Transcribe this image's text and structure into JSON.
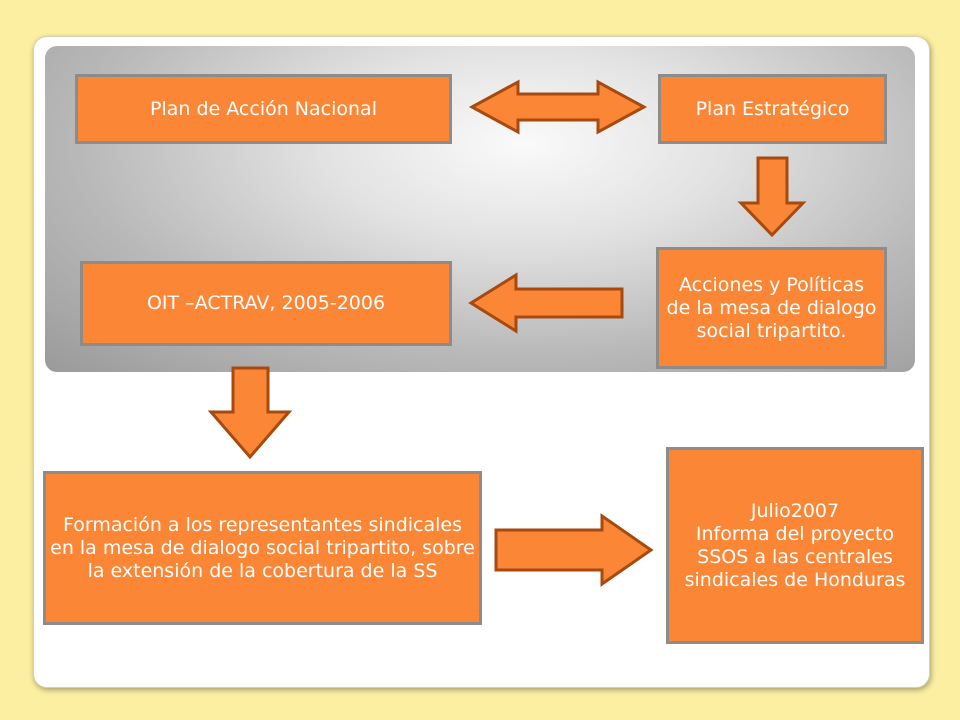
{
  "diagram": {
    "boxes": {
      "plan_accion": "Plan de Acción Nacional",
      "plan_estrategico": "Plan Estratégico",
      "acciones": "Acciones y Políticas de la mesa de dialogo social tripartito.",
      "oit": "OIT –ACTRAV, 2005-2006",
      "formacion": "Formación a los representantes sindicales en la mesa de dialogo social tripartito, sobre la extensión de la cobertura de la SS",
      "julio": "Julio2007\nInforma del proyecto SSOS a las centrales sindicales de Honduras"
    },
    "colors": {
      "box_fill": "#fa8636",
      "box_border": "#8c8c8c",
      "arrow_stroke": "#a64a10",
      "background": "#fcefa1"
    }
  }
}
